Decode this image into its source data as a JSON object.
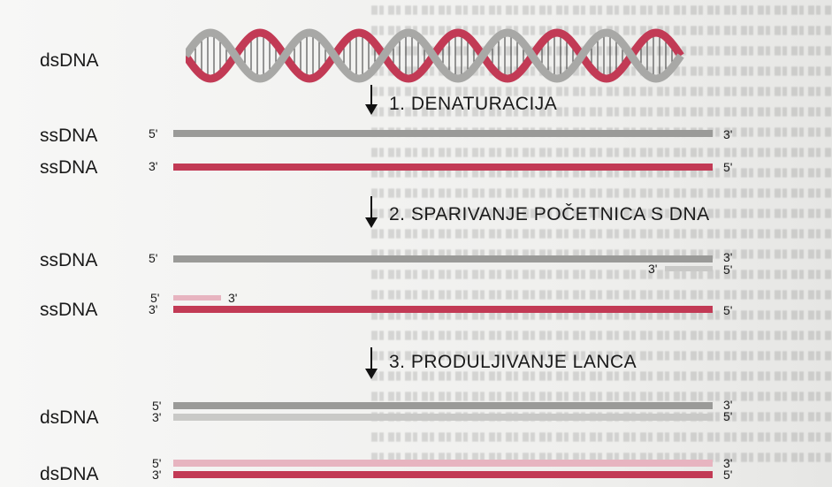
{
  "labels": {
    "dsdna": "dsDNA",
    "ssdna": "ssDNA",
    "end5": "5'",
    "end3": "3'"
  },
  "steps": {
    "s1": "1. DENATURACIJA",
    "s2": "2. SPARIVANJE POČETNICA S DNA",
    "s3": "3. PRODULJIVANJE LANCA"
  },
  "colors": {
    "gray_strand": "#9a9a98",
    "red_strand": "#c23a55",
    "pink_primer": "#e7b4c0",
    "light_primer": "#c9c9c7"
  }
}
